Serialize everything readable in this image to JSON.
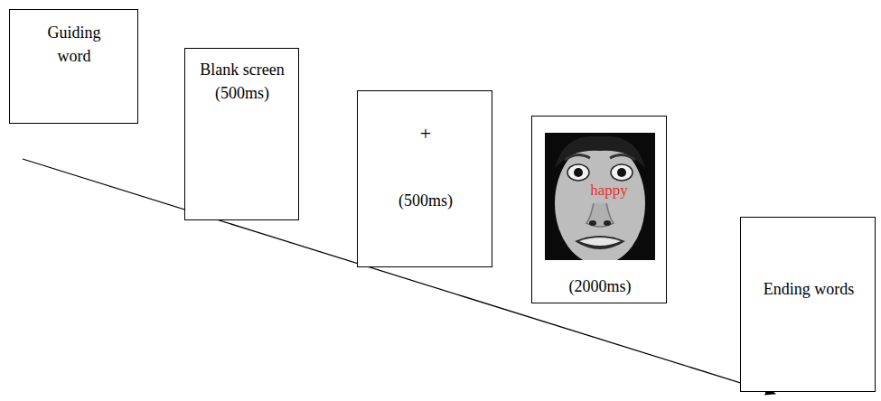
{
  "diagram": {
    "nodes": [
      {
        "text": [
          "Guiding word"
        ]
      },
      {
        "text": [
          "Blank screen (500ms)"
        ]
      },
      {
        "text": [
          "+",
          "(500ms)"
        ]
      },
      {
        "text": [
          "happy",
          "(2000ms)"
        ]
      },
      {
        "text": [
          "Ending words"
        ]
      }
    ]
  }
}
